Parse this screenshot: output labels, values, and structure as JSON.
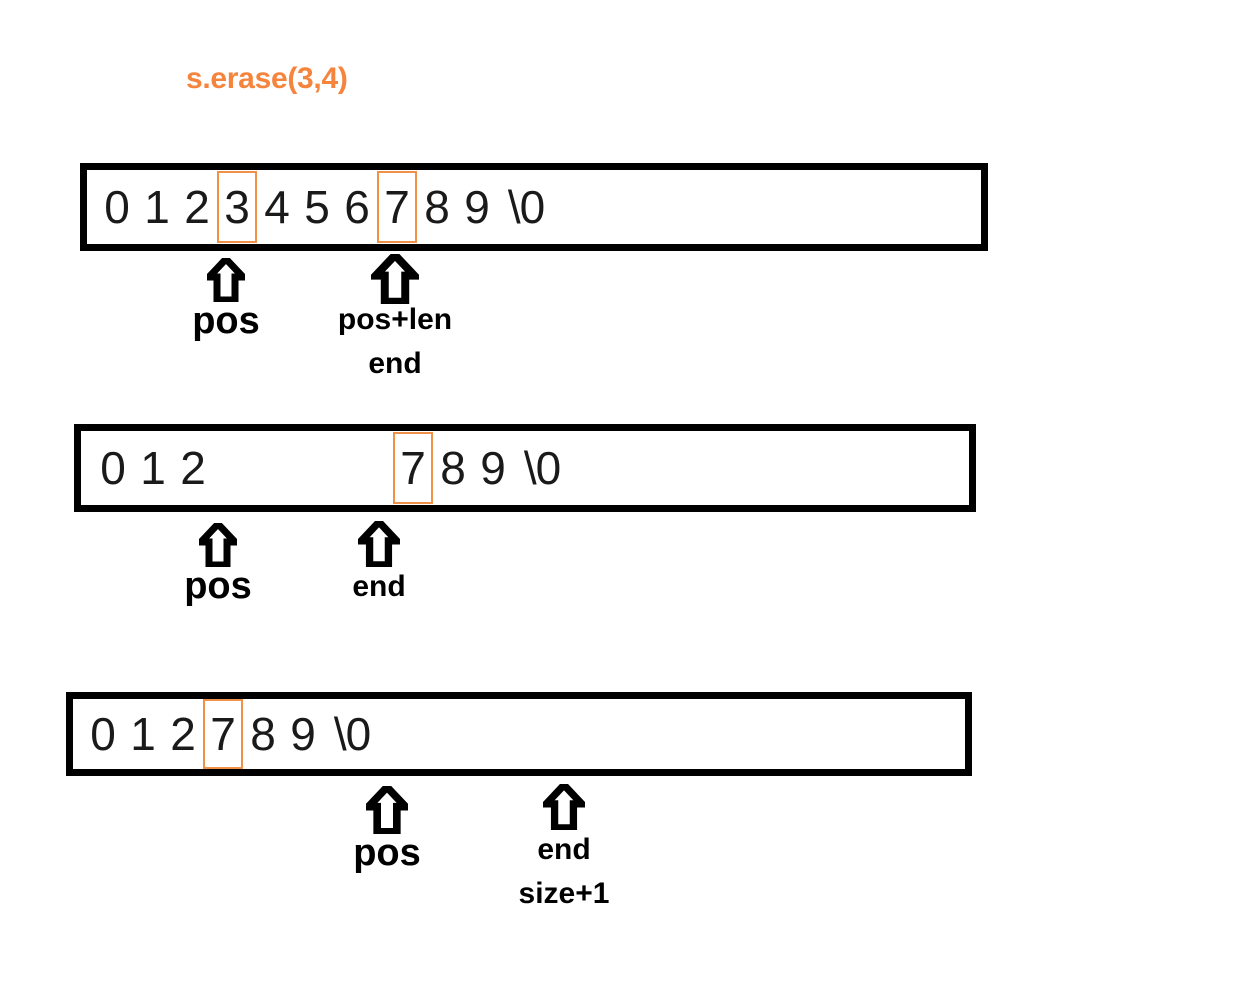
{
  "title": "s.erase(3,4)",
  "colors": {
    "accent_orange": "#F0914A",
    "title_orange": "#F5843C",
    "box_border": "#000000",
    "text": "#1a1a1a",
    "background": "#ffffff"
  },
  "rows": [
    {
      "name": "original-buffer",
      "cells": [
        {
          "text": "0",
          "highlight": false
        },
        {
          "text": "1",
          "highlight": false
        },
        {
          "text": "2",
          "highlight": false
        },
        {
          "text": "3",
          "highlight": true
        },
        {
          "text": "4",
          "highlight": false
        },
        {
          "text": "5",
          "highlight": false
        },
        {
          "text": "6",
          "highlight": false
        },
        {
          "text": "7",
          "highlight": true
        },
        {
          "text": "8",
          "highlight": false
        },
        {
          "text": "9",
          "highlight": false
        },
        {
          "text": "\\0",
          "highlight": false
        }
      ],
      "markers": [
        {
          "name": "pos",
          "labels": [
            "pos"
          ]
        },
        {
          "name": "pos-len",
          "labels": [
            "pos+len",
            "end"
          ]
        }
      ]
    },
    {
      "name": "gap-buffer",
      "cells": [
        {
          "text": "0",
          "highlight": false
        },
        {
          "text": "1",
          "highlight": false
        },
        {
          "text": "2",
          "highlight": false
        },
        {
          "text": "",
          "highlight": false,
          "blank": true
        },
        {
          "text": "",
          "highlight": false,
          "blank": true
        },
        {
          "text": "",
          "highlight": false,
          "blank": true
        },
        {
          "text": "",
          "highlight": false,
          "blank": true
        },
        {
          "text": "7",
          "highlight": true
        },
        {
          "text": "8",
          "highlight": false
        },
        {
          "text": "9",
          "highlight": false
        },
        {
          "text": "\\0",
          "highlight": false
        }
      ],
      "markers": [
        {
          "name": "pos",
          "labels": [
            "pos"
          ]
        },
        {
          "name": "end",
          "labels": [
            "end"
          ]
        }
      ]
    },
    {
      "name": "compacted-buffer",
      "cells": [
        {
          "text": "0",
          "highlight": false
        },
        {
          "text": "1",
          "highlight": false
        },
        {
          "text": "2",
          "highlight": false
        },
        {
          "text": "7",
          "highlight": true
        },
        {
          "text": "8",
          "highlight": false
        },
        {
          "text": "9",
          "highlight": false
        },
        {
          "text": "\\0",
          "highlight": false
        }
      ],
      "markers": [
        {
          "name": "pos",
          "labels": [
            "pos"
          ]
        },
        {
          "name": "end-size",
          "labels": [
            "end",
            "size+1"
          ]
        }
      ]
    }
  ]
}
